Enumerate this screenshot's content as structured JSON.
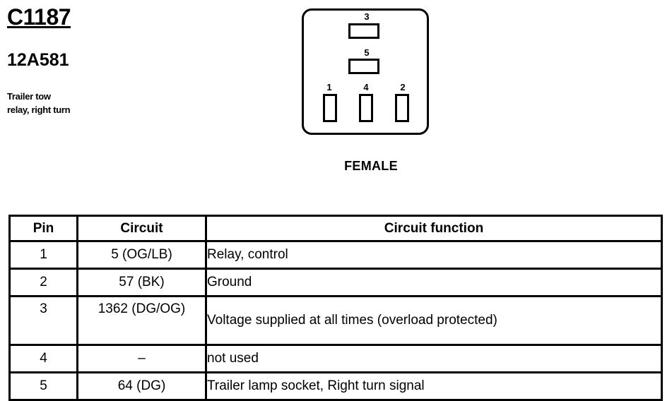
{
  "connector": {
    "id": "C1187",
    "part_number": "12A581",
    "description_lines": [
      "Trailer tow",
      "relay, right turn"
    ],
    "gender": "FEMALE",
    "pin_labels": [
      "3",
      "5",
      "1",
      "4",
      "2"
    ]
  },
  "table": {
    "headers": {
      "pin": "Pin",
      "circuit": "Circuit",
      "function": "Circuit function"
    },
    "rows": [
      {
        "pin": "1",
        "circuit": "5 (OG/LB)",
        "function": "Relay, control"
      },
      {
        "pin": "2",
        "circuit": "57 (BK)",
        "function": "Ground"
      },
      {
        "pin": "3",
        "circuit": "1362 (DG/OG)",
        "function": "Voltage supplied at all times (overload protected)"
      },
      {
        "pin": "4",
        "circuit": "–",
        "function": "not used"
      },
      {
        "pin": "5",
        "circuit": "64 (DG)",
        "function": "Trailer lamp socket, Right turn signal"
      }
    ]
  }
}
